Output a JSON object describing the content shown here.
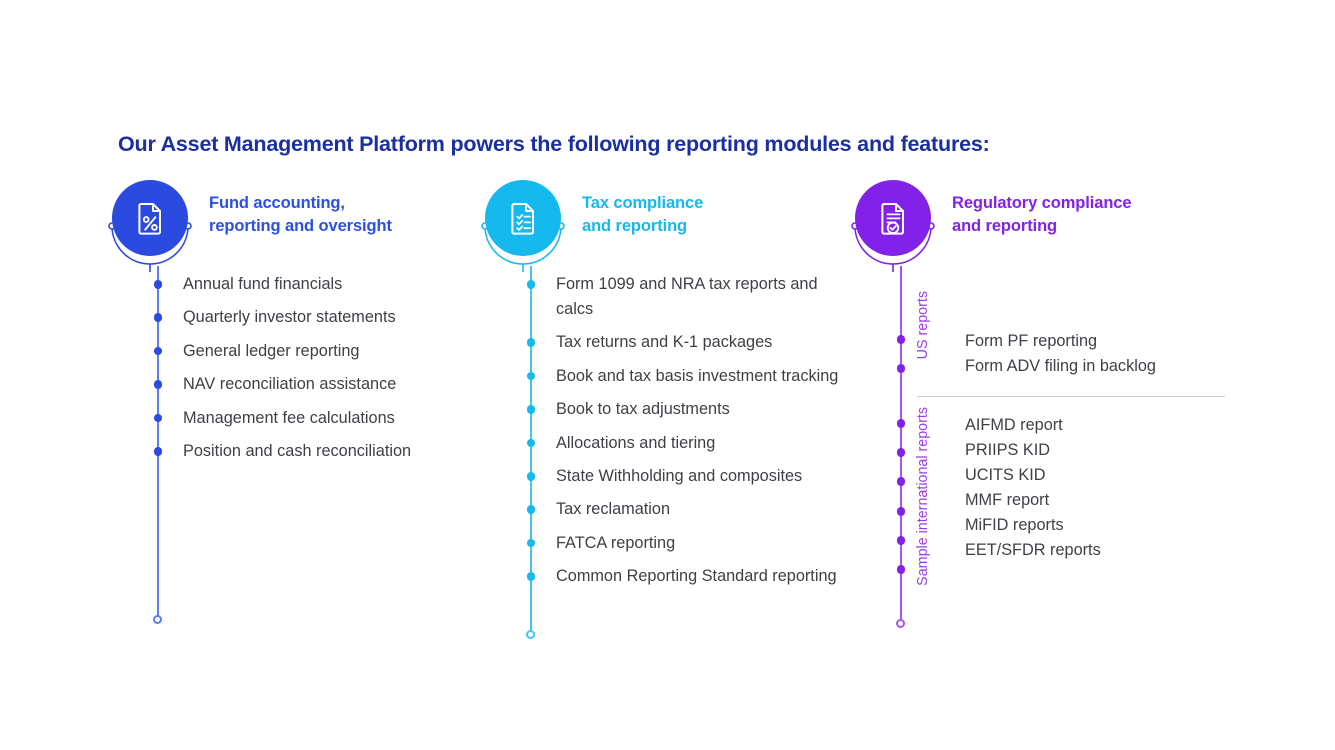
{
  "title": "Our Asset Management Platform powers the following reporting modules and features:",
  "colors": {
    "title": "#1a2fa0",
    "blue": "#2a4ae0",
    "cyan": "#15b9ee",
    "purple": "#8222e8",
    "heading_blue": "#2a50e8",
    "heading_cyan": "#15b9ee",
    "heading_purple": "#8222e8",
    "body_text": "#3f3f46",
    "divider": "#c9c9cf"
  },
  "columns": [
    {
      "id": "fund-accounting",
      "icon": "percent-document-icon",
      "heading": "Fund accounting,\nreporting and oversight",
      "accent": "#2a4ae0",
      "heading_color": "#2a50e8",
      "items": [
        "Annual fund financials",
        "Quarterly investor statements",
        "General ledger reporting",
        "NAV reconciliation assistance",
        "Management fee calculations",
        "Position and cash reconciliation"
      ]
    },
    {
      "id": "tax-compliance",
      "icon": "checklist-document-icon",
      "heading": "Tax compliance\nand reporting",
      "accent": "#15b9ee",
      "heading_color": "#15b9ee",
      "items": [
        "Form 1099 and NRA tax reports and calcs",
        "Tax returns and K-1 packages",
        "Book and tax basis investment tracking",
        "Book to tax adjustments",
        "Allocations and tiering",
        "State Withholding and composites",
        "Tax reclamation",
        "FATCA reporting",
        "Common Reporting Standard reporting"
      ]
    },
    {
      "id": "regulatory-compliance",
      "icon": "check-document-icon",
      "heading": "Regulatory compliance\nand reporting",
      "accent": "#8222e8",
      "heading_color": "#8222e8",
      "groups": [
        {
          "id": "us-reports",
          "label": "US reports",
          "items": [
            "Form PF reporting",
            "Form ADV filing in backlog"
          ]
        },
        {
          "id": "sample-international-reports",
          "label": "Sample international reports",
          "items": [
            "AIFMD report",
            "PRIIPS KID",
            "UCITS KID",
            "MMF report",
            "MiFID reports",
            "EET/SFDR reports"
          ]
        }
      ]
    }
  ]
}
